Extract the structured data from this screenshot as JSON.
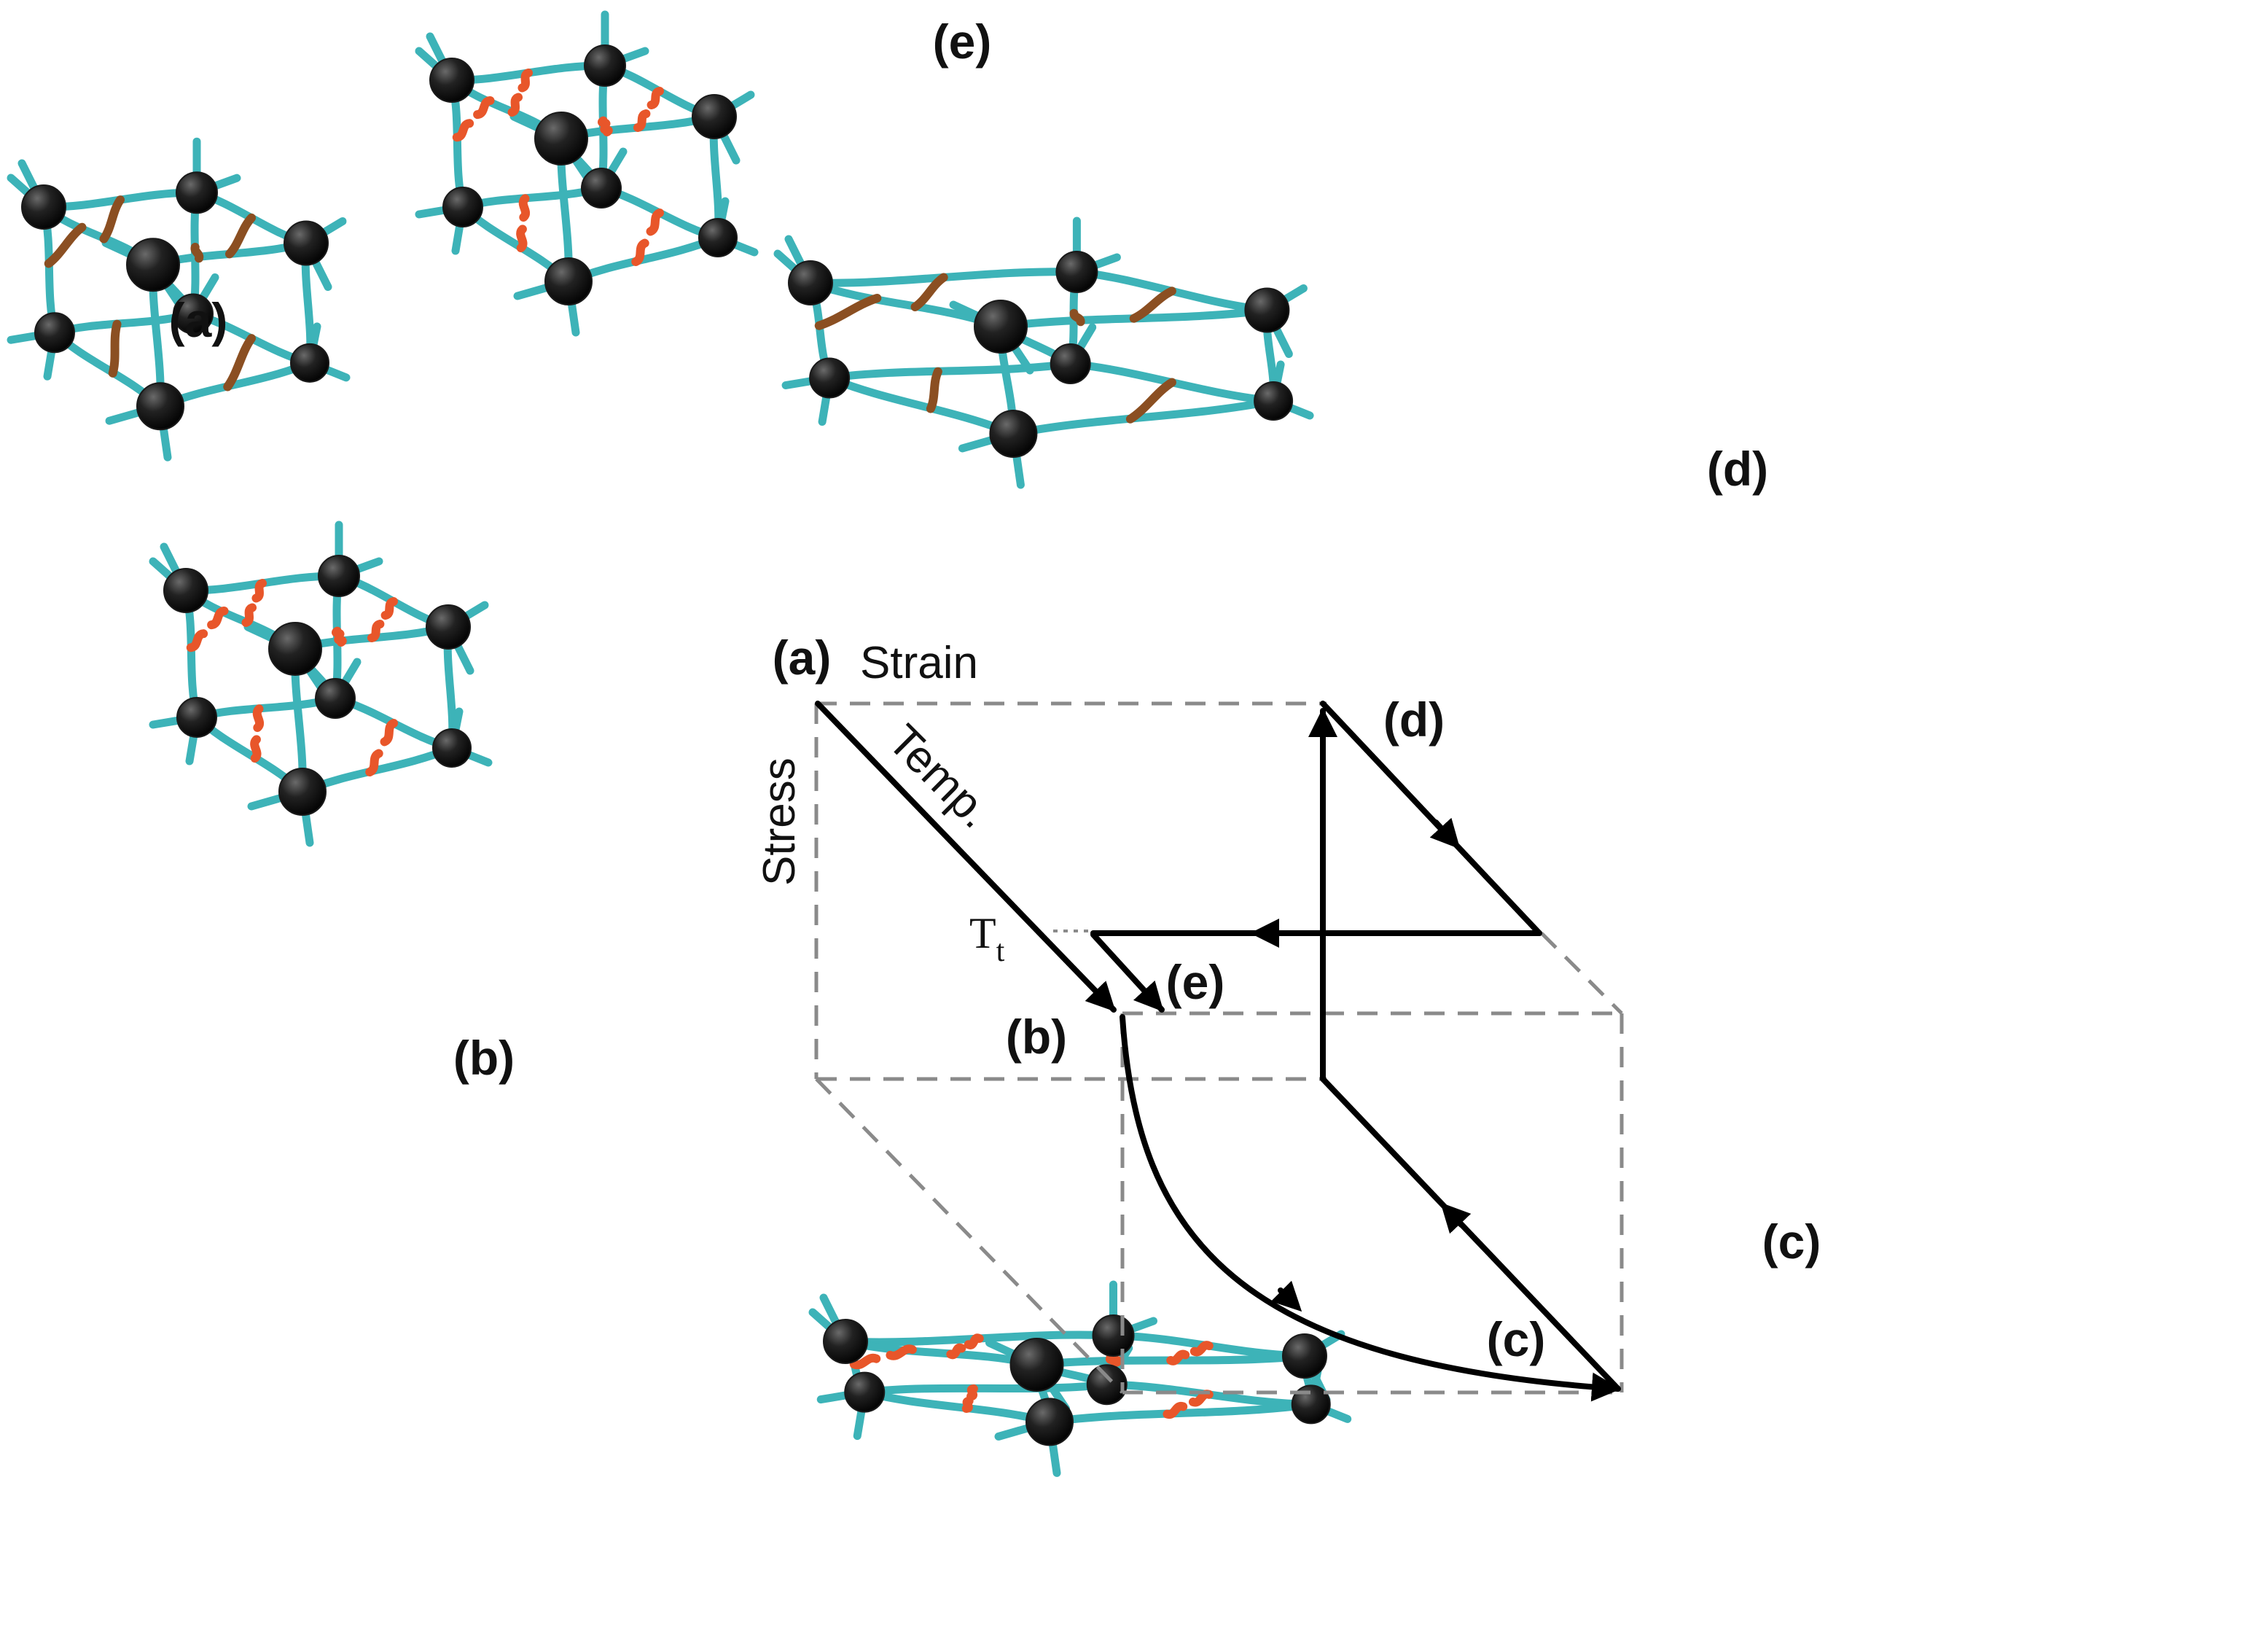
{
  "panels": {
    "a": "(a)",
    "b": "(b)",
    "c": "(c)",
    "d": "(d)",
    "e": "(e)"
  },
  "center": {
    "point_a": "(a)",
    "point_b": "(b)",
    "point_c": "(c)",
    "point_d": "(d)",
    "point_e": "(e)",
    "strain": "Strain",
    "stress": "Stress",
    "temp": "Temp.",
    "tt_main": "T",
    "tt_sub": "t"
  },
  "colors": {
    "chain": "#3db3b8",
    "node": "#1a1a1a",
    "crosslink_dark": "#8b4f22",
    "crosslink_broken": "#e8562a",
    "path": "#000000",
    "guide": "#8a8a8a"
  }
}
